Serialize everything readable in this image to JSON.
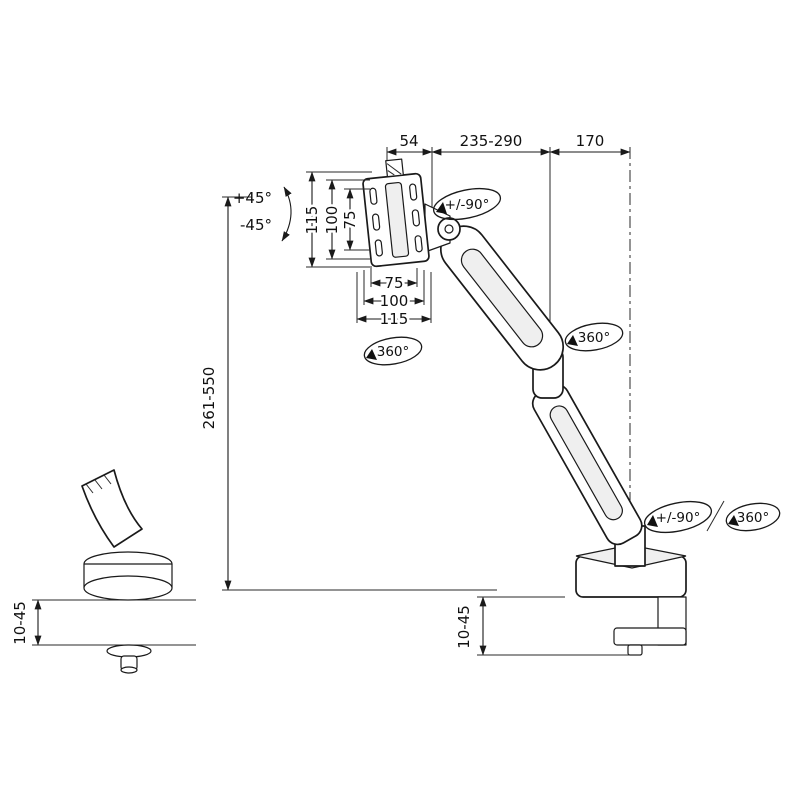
{
  "diagram": {
    "dims": {
      "head_depth": "54",
      "arm_reach": "235-290",
      "rear_arm": "170",
      "tilt_up": "+45°",
      "tilt_down": "-45°",
      "plate_h_115": "115",
      "plate_h_100": "100",
      "plate_h_75": "75",
      "plate_w_75": "75",
      "plate_w_100": "100",
      "plate_w_115": "115",
      "height_range": "261-550",
      "clamp_range_left": "10-45",
      "clamp_range_right": "10-45"
    },
    "rot": {
      "head_swivel": "+/-90°",
      "head_rotate": "360°",
      "arm_rotate": "360°",
      "base_swivel": "+/-90°",
      "base_rotate": "360°"
    }
  }
}
